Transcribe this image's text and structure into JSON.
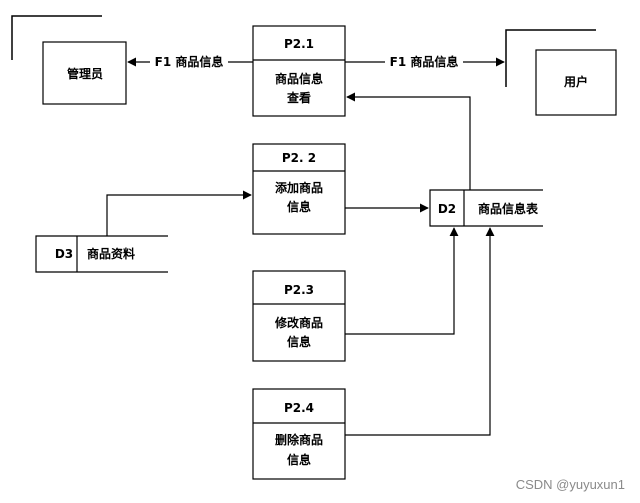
{
  "entities": {
    "admin": "管理员",
    "user": "用户"
  },
  "processes": {
    "p21": {
      "id": "P2.1",
      "line1": "商品信息",
      "line2": "查看"
    },
    "p22": {
      "id": "P2. 2",
      "line1": "添加商品",
      "line2": "信息"
    },
    "p23": {
      "id": "P2.3",
      "line1": "修改商品",
      "line2": "信息"
    },
    "p24": {
      "id": "P2.4",
      "line1": "删除商品",
      "line2": "信息"
    }
  },
  "stores": {
    "d2": {
      "id": "D2",
      "name": "商品信息表"
    },
    "d3": {
      "id": "D3",
      "name": "商品资料"
    }
  },
  "flows": {
    "to_admin": "F1 商品信息",
    "to_user": "F1 商品信息"
  },
  "watermark": "CSDN @yuyuxun1"
}
